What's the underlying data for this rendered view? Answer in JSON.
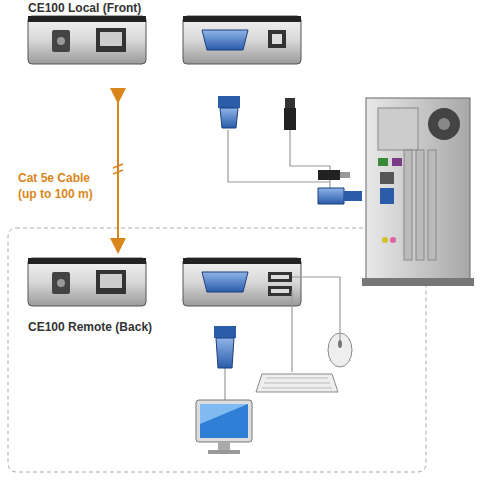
{
  "diagram": {
    "labels": [
      "CE100 Local (Front)",
      "Cat 5e Cable (up to 100 m)",
      "CE100 Remote (Back)"
    ]
  }
}
